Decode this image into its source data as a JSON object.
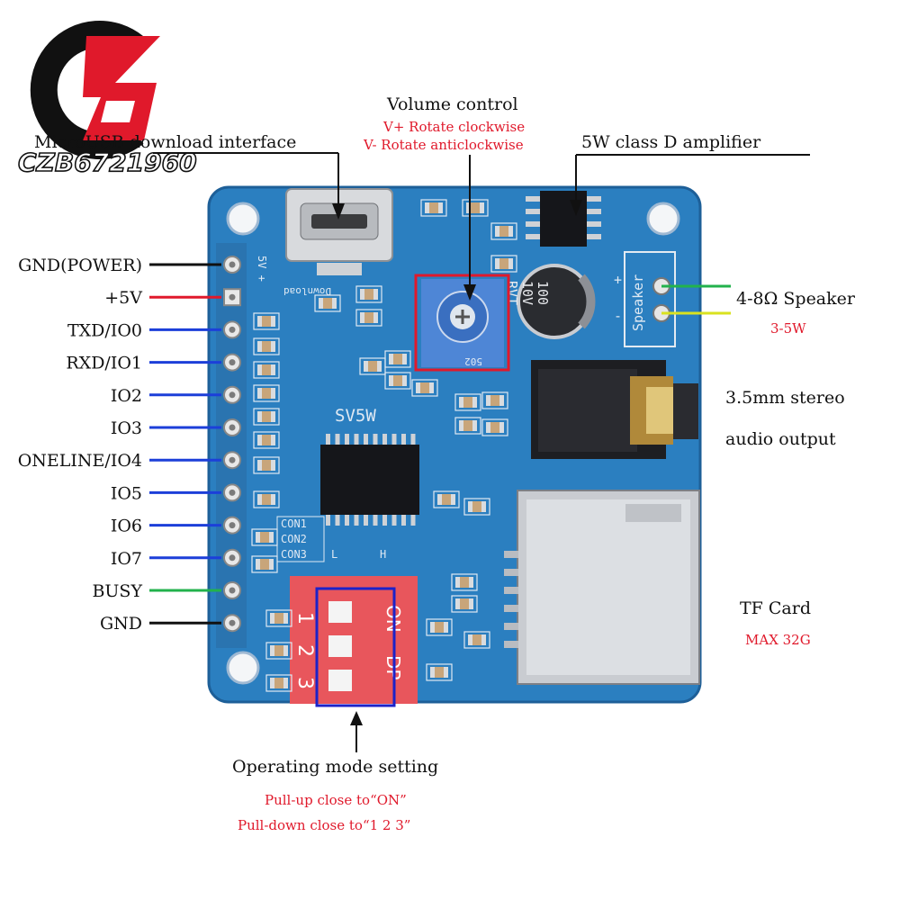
{
  "watermark": {
    "text": "CZB6721960",
    "logo": "czb-logo-icon"
  },
  "callouts": {
    "volume": {
      "title": "Volume control",
      "line1": "V+ Rotate clockwise",
      "line2": "V- Rotate anticlockwise"
    },
    "microusb": {
      "title": "MicroUSB download interface"
    },
    "amplifier": {
      "title": "5W class D amplifier"
    },
    "speaker": {
      "title": "4-8Ω Speaker",
      "sub": "3-5W"
    },
    "audio": {
      "line1": "3.5mm stereo",
      "line2": "audio output"
    },
    "tfcard": {
      "title": "TF Card",
      "sub": "MAX 32G"
    },
    "mode": {
      "title": "Operating mode setting",
      "line1": "Pull-up close to“ON”",
      "line2": "Pull-down close to“1 2 3”"
    }
  },
  "pins": [
    {
      "label": "GND(POWER)",
      "wire_color": "#111111"
    },
    {
      "label": "+5V",
      "wire_color": "#e0192b"
    },
    {
      "label": "TXD/IO0",
      "wire_color": "#1c3fd9"
    },
    {
      "label": "RXD/IO1",
      "wire_color": "#1c3fd9"
    },
    {
      "label": "IO2",
      "wire_color": "#1c3fd9"
    },
    {
      "label": "IO3",
      "wire_color": "#1c3fd9"
    },
    {
      "label": "ONELINE/IO4",
      "wire_color": "#1c3fd9"
    },
    {
      "label": "IO5",
      "wire_color": "#1c3fd9"
    },
    {
      "label": "IO6",
      "wire_color": "#1c3fd9"
    },
    {
      "label": "IO7",
      "wire_color": "#1c3fd9"
    },
    {
      "label": "BUSY",
      "wire_color": "#22b24c"
    },
    {
      "label": "GND",
      "wire_color": "#111111"
    }
  ],
  "board": {
    "chip_label": "SV5W",
    "usb_silk": "Download",
    "header_silk": "5V +",
    "speaker_silk": "Speaker",
    "speaker_plus": "+",
    "speaker_minus": "-",
    "cap_lines": [
      "100",
      "10V",
      "RVT"
    ],
    "con_labels": [
      "CON1",
      "CON2",
      "CON3"
    ],
    "con_extra": [
      "L",
      "H"
    ],
    "dip_on": "ON",
    "dip_dp": "DP",
    "dip_numbers": [
      "1",
      "2",
      "3"
    ],
    "pot_silk": "502"
  },
  "colors": {
    "pcb": "#2b7fc0",
    "pcb_dark": "#1e5f96",
    "highlight_box": "#e0192b",
    "dip_box": "#1c22c9",
    "dip_body": "#e8565c",
    "speaker_wire_1": "#22b24c",
    "speaker_wire_2": "#d9e21f"
  }
}
